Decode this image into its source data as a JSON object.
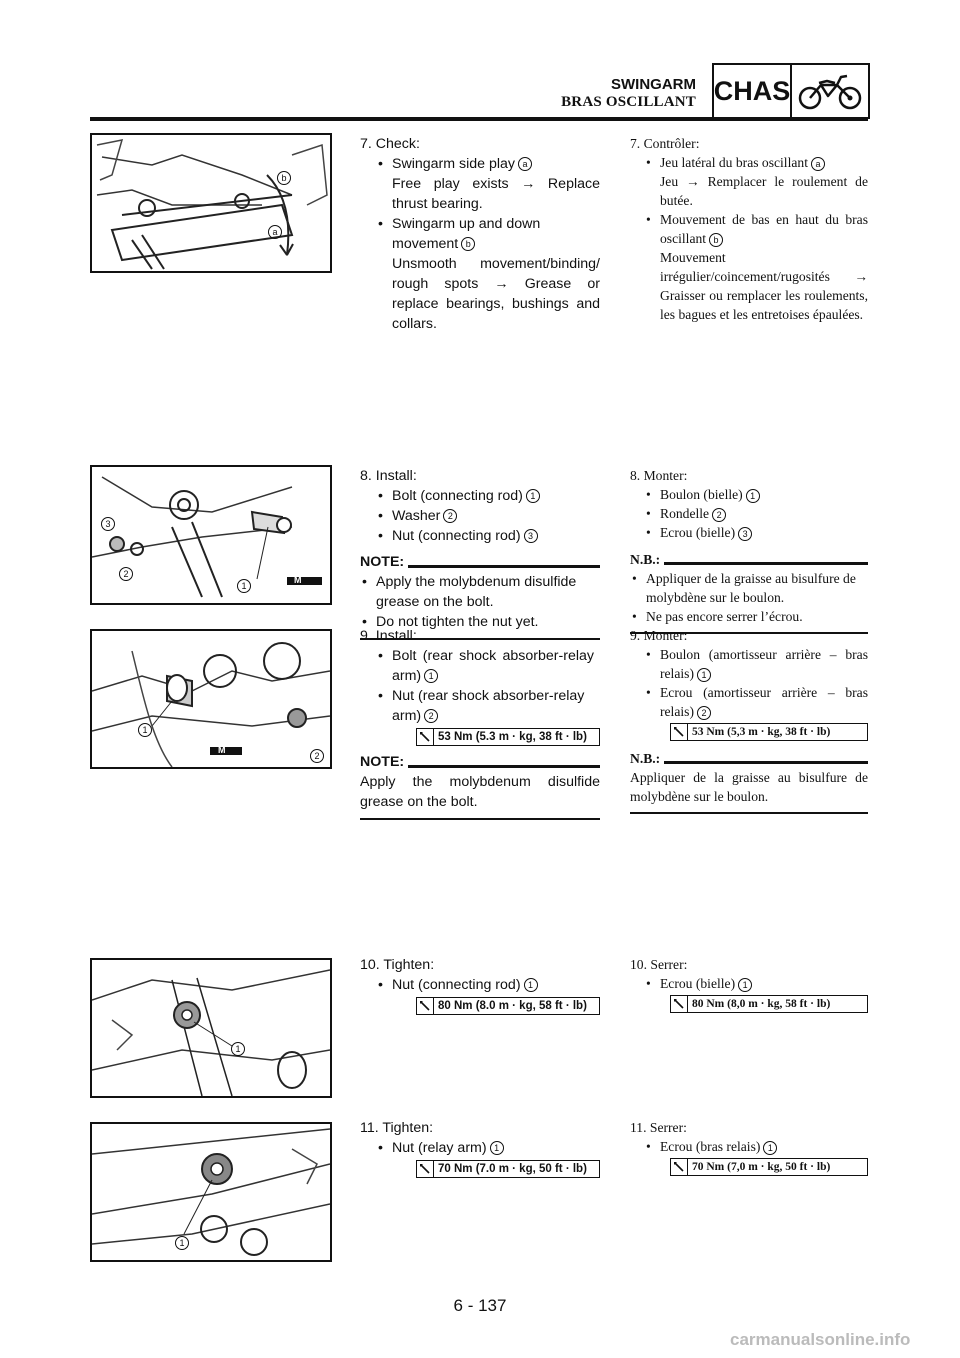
{
  "header": {
    "title": "SWINGARM",
    "subtitle": "BRAS OSCILLANT",
    "badge": "CHAS",
    "badge_icon": "motorcycle-icon"
  },
  "sections": {
    "s7": {
      "en": {
        "step": "7. Check:",
        "b1": "Swingarm side play",
        "b1_ref": "a",
        "b1_detail": "Free play exists → Replace thrust bearing.",
        "b2": "Swingarm up and down movement",
        "b2_ref": "b",
        "b2_detail": "Unsmooth movement/binding/ rough spots → Grease or replace bearings, bushings and collars."
      },
      "fr": {
        "step": "7. Contrôler:",
        "b1": "Jeu latéral du bras oscillant",
        "b1_ref": "a",
        "b1_detail": "Jeu → Remplacer le roulement de butée.",
        "b2": "Mouvement de bas en haut du bras oscillant",
        "b2_ref": "b",
        "b2_detail": "Mouvement irrégulier/coincement/rugosités → Graisser ou remplacer les roulements, les bagues et les entretoises épaulées."
      },
      "fig_labels": [
        "a",
        "b"
      ]
    },
    "s8": {
      "en": {
        "step": "8. Install:",
        "items": [
          {
            "text": "Bolt (connecting rod)",
            "ref": "1"
          },
          {
            "text": "Washer",
            "ref": "2"
          },
          {
            "text": "Nut (connecting rod)",
            "ref": "3"
          }
        ],
        "note_label": "NOTE:",
        "notes": [
          "Apply the molybdenum disulfide grease on the bolt.",
          "Do not tighten the nut yet."
        ]
      },
      "fr": {
        "step": "8. Monter:",
        "items": [
          {
            "text": "Boulon (bielle)",
            "ref": "1"
          },
          {
            "text": "Rondelle",
            "ref": "2"
          },
          {
            "text": "Ecrou (bielle)",
            "ref": "3"
          }
        ],
        "note_label": "N.B.:",
        "notes": [
          "Appliquer de la graisse au bisulfure de molybdène sur le boulon.",
          "Ne pas encore serrer l’écrou."
        ]
      },
      "fig_labels": [
        "1",
        "2",
        "3",
        "M"
      ]
    },
    "s9": {
      "en": {
        "step": "9. Install:",
        "items": [
          {
            "text": "Bolt (rear shock absorber-relay arm)",
            "ref": "1"
          },
          {
            "text": "Nut (rear shock absorber-relay arm)",
            "ref": "2"
          }
        ],
        "torque": "53 Nm (5.3 m · kg, 38 ft · lb)",
        "note_label": "NOTE:",
        "note": "Apply the molybdenum disulfide grease on the bolt."
      },
      "fr": {
        "step": "9. Monter:",
        "items": [
          {
            "text": "Boulon (amortisseur arrière – bras relais)",
            "ref": "1"
          },
          {
            "text": "Ecrou (amortisseur arrière – bras relais)",
            "ref": "2"
          }
        ],
        "torque": "53 Nm (5,3 m · kg, 38 ft · lb)",
        "note_label": "N.B.:",
        "note": "Appliquer de la graisse au bisulfure de molybdène sur le boulon."
      },
      "fig_labels": [
        "1",
        "2",
        "M"
      ]
    },
    "s10": {
      "en": {
        "step": "10. Tighten:",
        "items": [
          {
            "text": "Nut (connecting rod)",
            "ref": "1"
          }
        ],
        "torque": "80 Nm (8.0 m · kg, 58 ft · lb)"
      },
      "fr": {
        "step": "10. Serrer:",
        "items": [
          {
            "text": "Ecrou (bielle)",
            "ref": "1"
          }
        ],
        "torque": "80 Nm (8,0 m · kg, 58 ft · lb)"
      },
      "fig_labels": [
        "1"
      ]
    },
    "s11": {
      "en": {
        "step": "11. Tighten:",
        "items": [
          {
            "text": "Nut (relay arm)",
            "ref": "1"
          }
        ],
        "torque": "70 Nm (7.0 m · kg, 50 ft · lb)"
      },
      "fr": {
        "step": "11. Serrer:",
        "items": [
          {
            "text": "Ecrou (bras relais)",
            "ref": "1"
          }
        ],
        "torque": "70 Nm (7,0 m · kg, 50 ft · lb)"
      },
      "fig_labels": [
        "1"
      ]
    }
  },
  "footer": {
    "page": "6 - 137",
    "watermark": "carmanualsonline.info"
  }
}
